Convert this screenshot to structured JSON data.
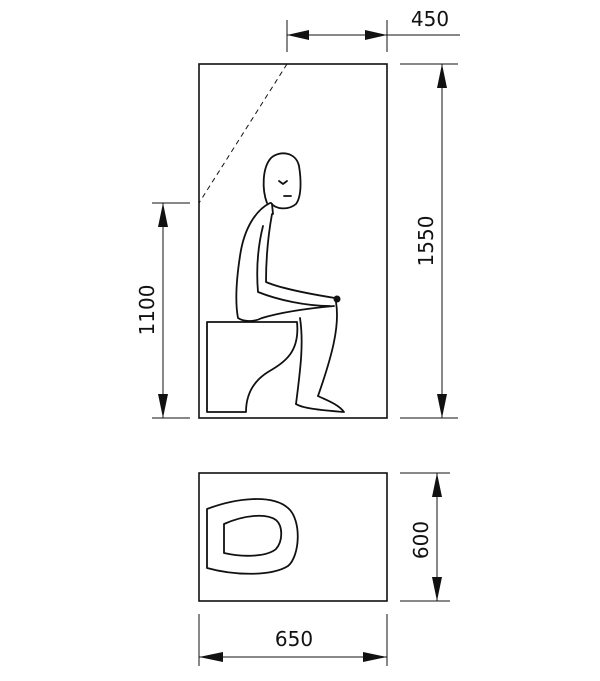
{
  "dimensions": {
    "side_top_width": "450",
    "side_height": "1550",
    "seat_height": "1100",
    "plan_depth": "600",
    "plan_width": "650"
  }
}
